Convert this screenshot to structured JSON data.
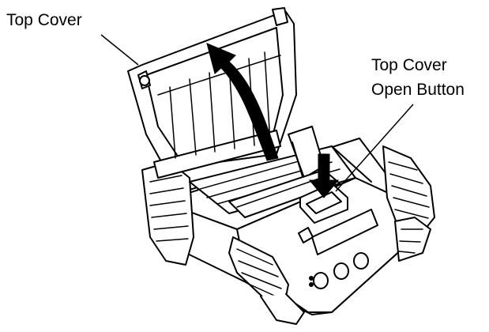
{
  "labels": {
    "top_cover": "Top Cover",
    "open_button_line1": "Top Cover",
    "open_button_line2": "Open Button"
  },
  "colors": {
    "line": "#000000",
    "fill": "#ffffff",
    "arrow": "#000000"
  }
}
